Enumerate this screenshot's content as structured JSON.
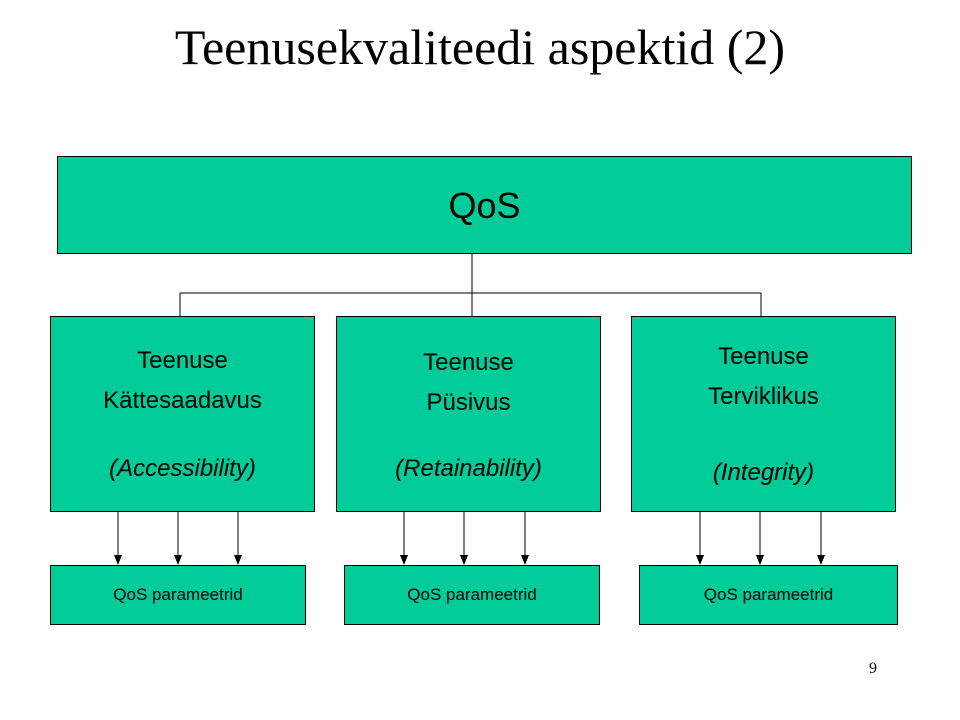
{
  "title": "Teenusekvaliteedi aspektid (2)",
  "root": {
    "label": "QoS"
  },
  "aspects": [
    {
      "name_line1": "Teenuse",
      "name_line2": "Kättesaadavus",
      "english": "(Accessibility)"
    },
    {
      "name_line1": "Teenuse",
      "name_line2": "Püsivus",
      "english": "(Retainability)"
    },
    {
      "name_line1": "Teenuse",
      "name_line2": "Terviklikus",
      "english": "(Integrity)"
    }
  ],
  "parameters": [
    {
      "label": "QoS parameetrid"
    },
    {
      "label": "QoS parameetrid"
    },
    {
      "label": "QoS parameetrid"
    }
  ],
  "page_number": "9",
  "colors": {
    "box_fill": "#00cc99",
    "line": "#000000",
    "background": "#ffffff"
  }
}
